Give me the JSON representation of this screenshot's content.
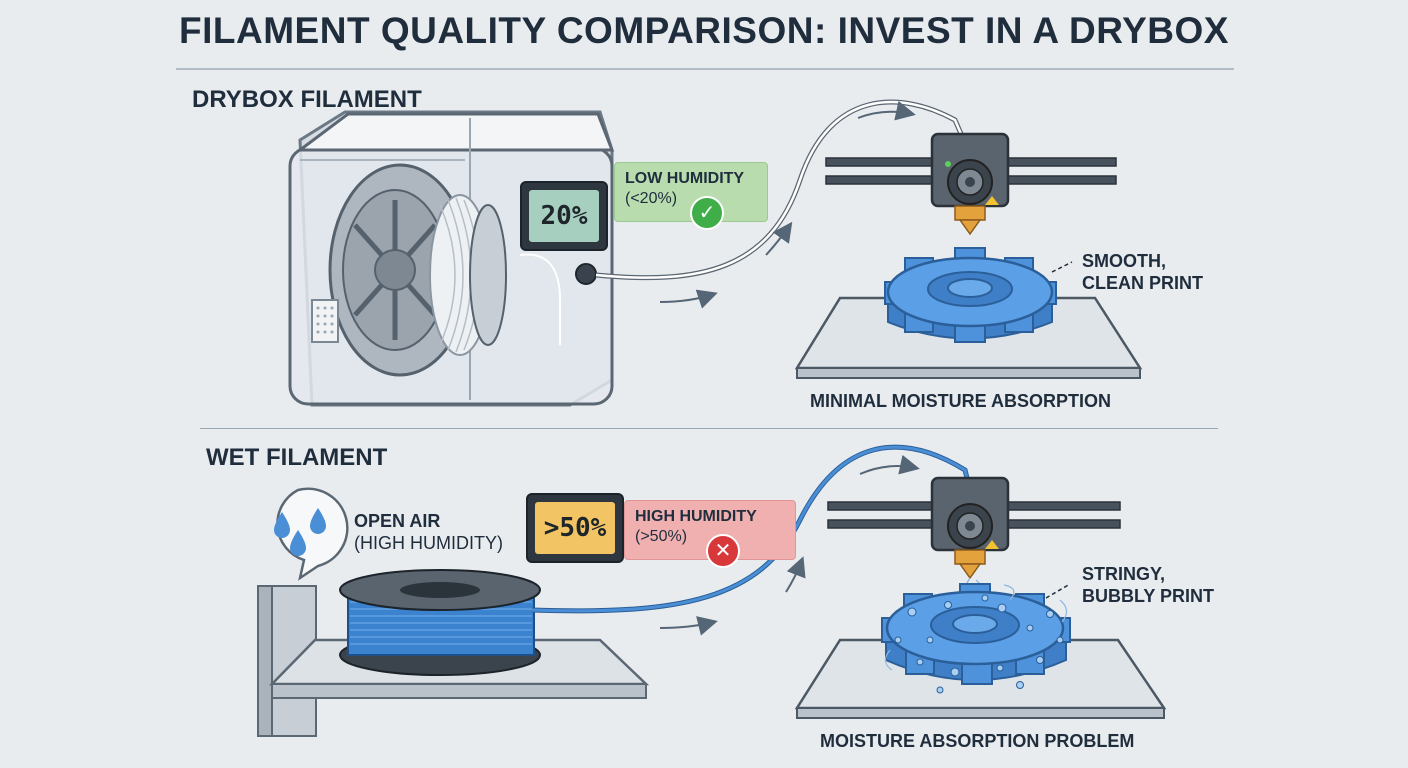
{
  "title": "FILAMENT QUALITY COMPARISON: INVEST IN A DRYBOX",
  "drybox": {
    "label": "DRYBOX FILAMENT",
    "lcd_reading": "20%",
    "humidity_title": "LOW HUMIDITY",
    "humidity_value": "(<20%)",
    "result_line1": "SMOOTH,",
    "result_line2": "CLEAN PRINT",
    "caption": "MINIMAL MOISTURE ABSORPTION"
  },
  "wet": {
    "label": "WET FILAMENT",
    "air_line1": "OPEN AIR",
    "air_line2": "(HIGH HUMIDITY)",
    "lcd_reading": ">50%",
    "humidity_title": "HIGH HUMIDITY",
    "humidity_value": "(>50%)",
    "result_line1": "STRINGY,",
    "result_line2": "BUBBLY PRINT",
    "caption": "MOISTURE ABSORPTION PROBLEM"
  },
  "colors": {
    "ok": "#3fae49",
    "bad": "#d9383a",
    "filament": "#4a8fd6",
    "lcd_ok": "#a7cfc0",
    "lcd_bad": "#f3c463"
  }
}
